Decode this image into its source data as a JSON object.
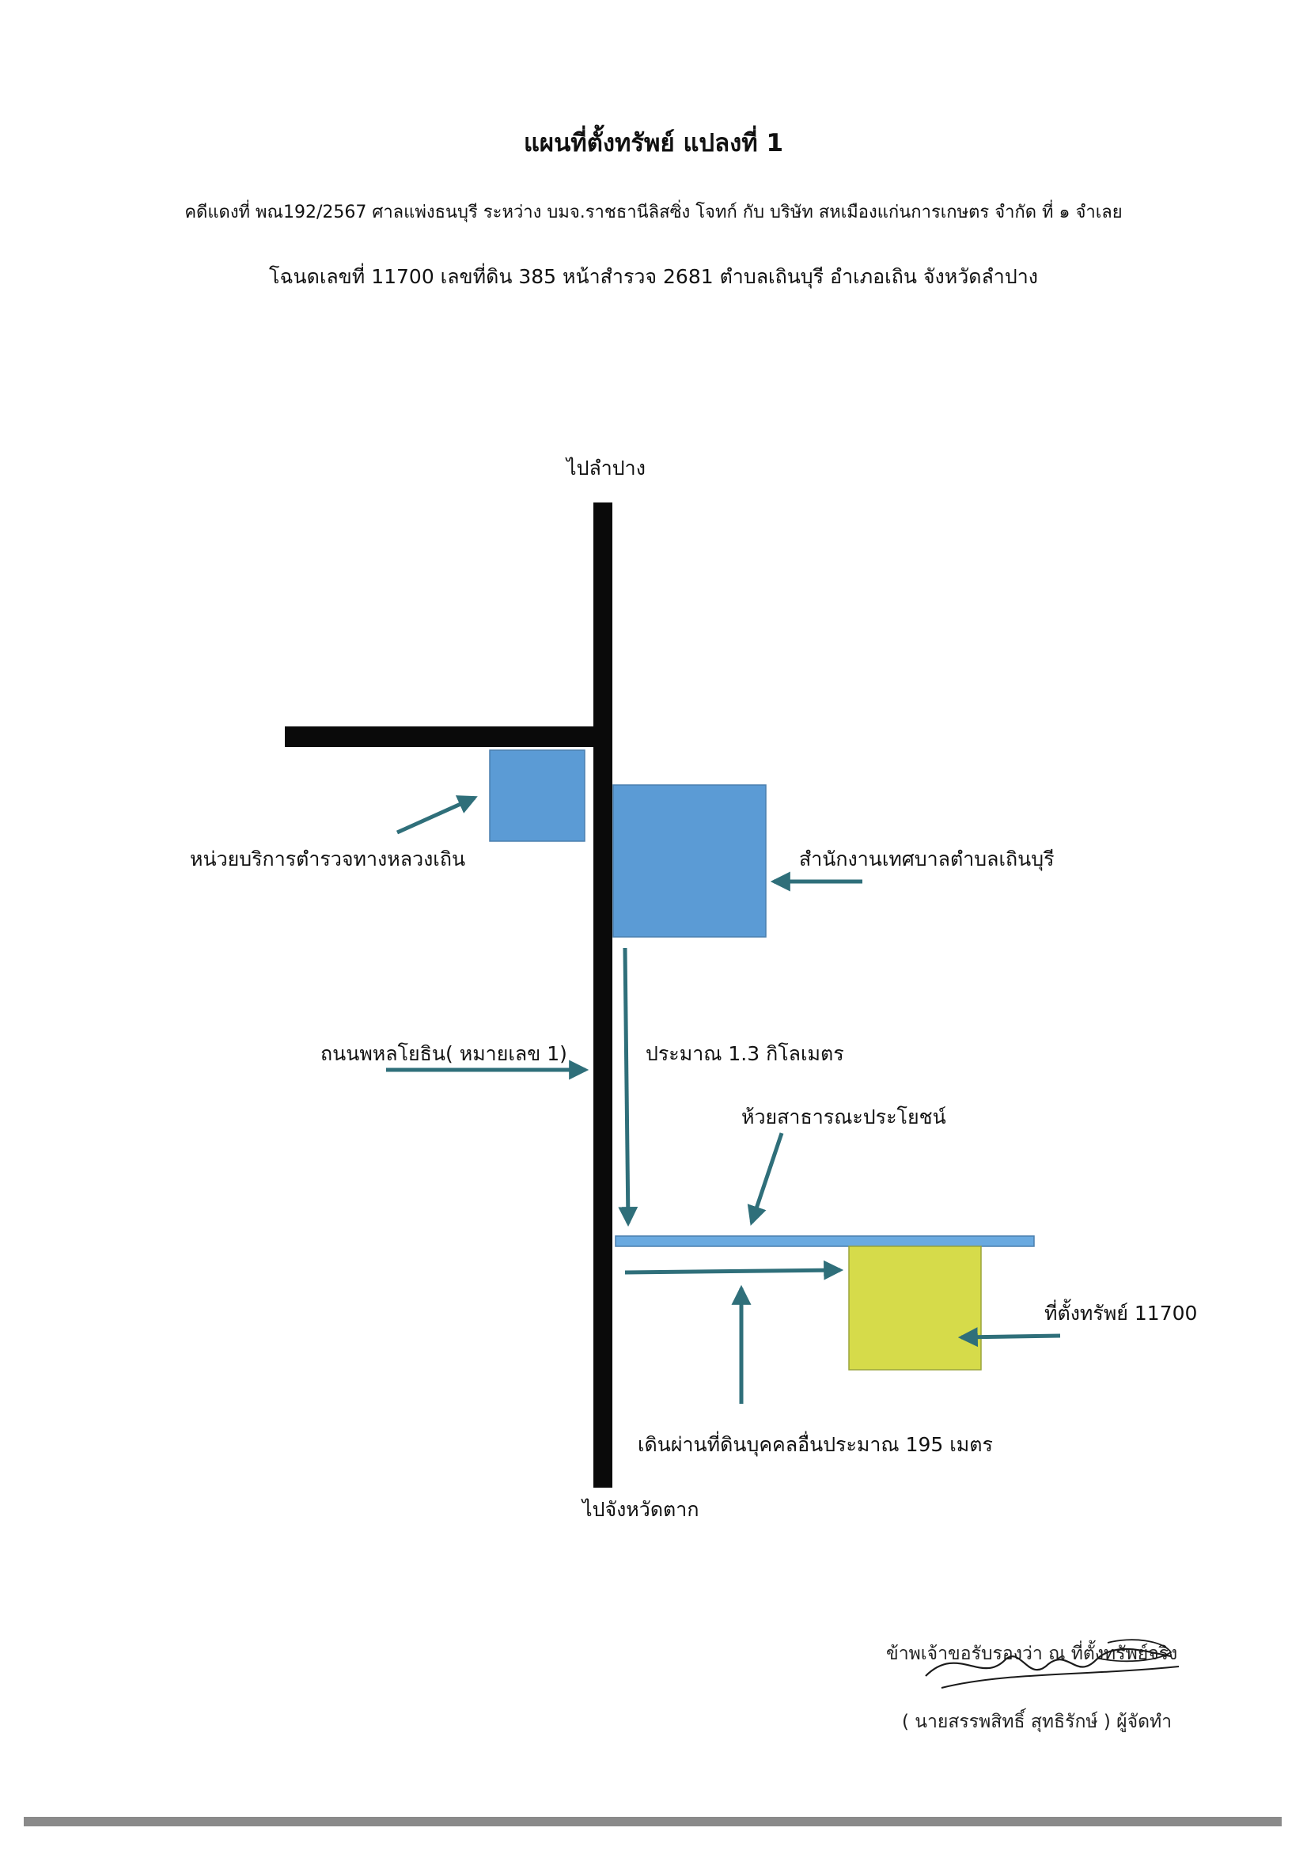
{
  "header": {
    "title": "แผนที่ตั้งทรัพย์ แปลงที่ 1",
    "case_line": "คดีแดงที่ พณ192/2567 ศาลแพ่งธนบุรี ระหว่าง บมจ.ราชธานีลิสซิ่ง โจทก์ กับ บริษัท สหเมืองแก่นการเกษตร จำกัด ที่ ๑ จำเลย",
    "deed_line": "โฉนดเลขที่ 11700 เลขที่ดิน 385 หน้าสำรวจ 2681 ตำบลเถินบุรี อำเภอเถิน จังหวัดลำปาง"
  },
  "map": {
    "north_label": "ไปลำปาง",
    "south_label": "ไปจังหวัดตาก",
    "police_label": "หน่วยบริการตำรวจทางหลวงเถิน",
    "municipal_label": "สำนักงานเทศบาลตำบลเถินบุรี",
    "road_label": "ถนนพหลโยธิน( หมายเลข 1)",
    "distance_label": "ประมาณ 1.3 กิโลเมตร",
    "canal_label": "ห้วยสาธารณะประโยชน์",
    "property_label": "ที่ตั้งทรัพย์ 11700",
    "walk_label": "เดินผ่านที่ดินบุคคลอื่นประมาณ 195 เมตร",
    "colors": {
      "road": "#0a0a0a",
      "building": "#5b9bd5",
      "canal": "#6aaae0",
      "property": "#d6db4a",
      "arrow": "#2f6f7a"
    }
  },
  "certification": {
    "statement": "ข้าพเจ้าขอรับรองว่า ณ ที่ตั้งทรัพย์จริง",
    "signer": "( นายสรรพสิทธิ์ สุทธิรักษ์ ) ผู้จัดทำ"
  }
}
